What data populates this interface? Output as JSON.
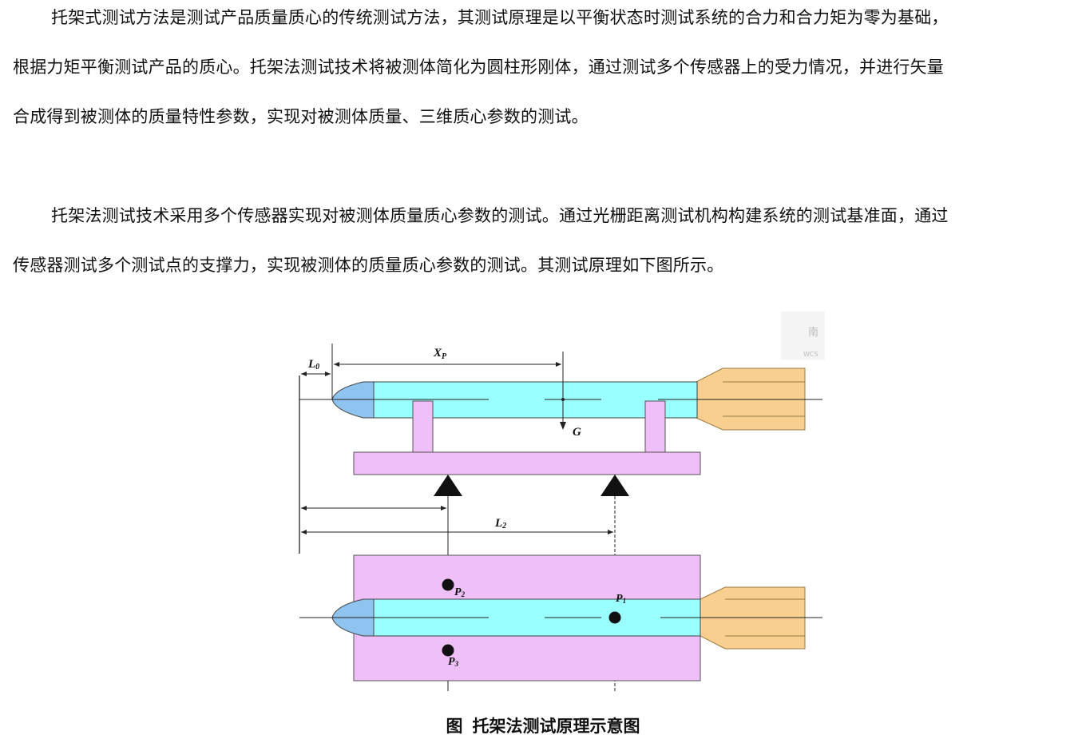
{
  "paragraphs": [
    {
      "lines": [
        "托架式测试方法是测试产品质量质心的传统测试方法，其测试原理是以平衡状态时测试系统的合力和合力矩为零为基础，",
        "根据力矩平衡测试产品的质心。托架法测试技术将被测体简化为圆柱形刚体，通过测试多个传感器上的受力情况，并进行矢量",
        "合成得到被测体的质量特性参数，实现对被测体质量、三维质心参数的测试。"
      ]
    },
    {
      "lines": [
        "托架法测试技术采用多个传感器实现对被测体质量质心参数的测试。通过光栅距离测试机构构建系统的测试基准面，通过",
        "传感器测试多个测试点的支撑力，实现被测体的质量质心参数的测试。其测试原理如下图所示。"
      ]
    }
  ],
  "figure": {
    "labels": {
      "L0": "L",
      "L0_sub": "0",
      "Xp": "X",
      "Xp_sub": "P",
      "G": "G",
      "L2": "L",
      "L2_sub": "2",
      "P1": "P",
      "P1_sub": "1",
      "P2": "P",
      "P2_sub": "2",
      "P3": "P",
      "P3_sub": "3"
    },
    "watermark": [
      "南",
      "WCS"
    ],
    "colors": {
      "body": "#99ffff",
      "nose": "#8ec4ef",
      "tail": "#f8cf8f",
      "support": "#efc0f7",
      "line": "#222222"
    }
  },
  "caption": {
    "prefix": "图",
    "title": "托架法测试原理示意图"
  }
}
